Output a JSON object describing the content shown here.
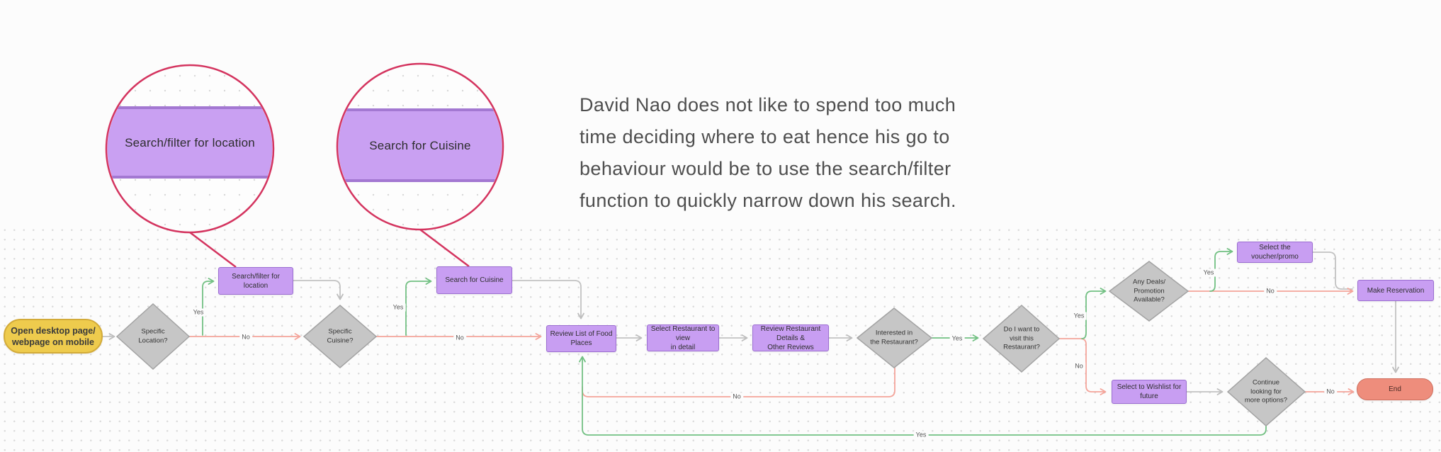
{
  "magnifiers": [
    {
      "label": "Search/filter for location"
    },
    {
      "label": "Search for Cuisine"
    }
  ],
  "note": {
    "line1": "David Nao does not like to spend too much",
    "line2": "time deciding where to eat hence his go to",
    "line3": "behaviour would be to use the search/filter",
    "line4": "function to quickly narrow down his search."
  },
  "flowchart": {
    "nodes": {
      "start": "Open desktop page/\nwebpage on mobile",
      "specific_location": "Specific\nLocation?",
      "search_filter_location": "Search/filter for location",
      "specific_cuisine": "Specific\nCuisine?",
      "search_cuisine": "Search for Cuisine",
      "review_list": "Review List of Food Places",
      "select_restaurant": "Select Restaurant to view\nin detail",
      "review_details": "Review Restaurant Details &\nOther Reviews",
      "interested": "Interested in\nthe Restaurant?",
      "want_visit": "Do I want to\nvisit this\nRestaurant?",
      "deals": "Any Deals/\nPromotion\nAvailable?",
      "select_voucher": "Select the voucher/promo",
      "make_reservation": "Make Reservation",
      "wishlist": "Select to Wishlist for future",
      "continue_looking": "Continue\nlooking for\nmore options?",
      "end": "End"
    },
    "edge_labels": {
      "yes1": "Yes",
      "no1": "No",
      "yes2": "Yes",
      "no2": "No",
      "yes3": "Yes",
      "no3": "No",
      "yes4": "Yes",
      "no4": "No",
      "yes5": "Yes",
      "no5": "No",
      "yes6": "Yes",
      "no6": "No"
    }
  },
  "colors": {
    "canvas_bg": "#fcfcfc",
    "grid_dot": "#dcdcdc",
    "process_fill": "#c89ef2",
    "process_border": "#9b6ed1",
    "decision_fill": "#c6c6c6",
    "decision_border": "#a3a3a3",
    "start_fill": "#eecb4d",
    "start_border": "#d3ab39",
    "end_fill": "#ee8d7c",
    "end_border": "#cf6f5e",
    "edge_gray": "#c2c2c2",
    "edge_green": "#72c083",
    "edge_red": "#f4a49a",
    "magnifier_ring": "#d4345f",
    "note_text": "#4e4e4e"
  }
}
